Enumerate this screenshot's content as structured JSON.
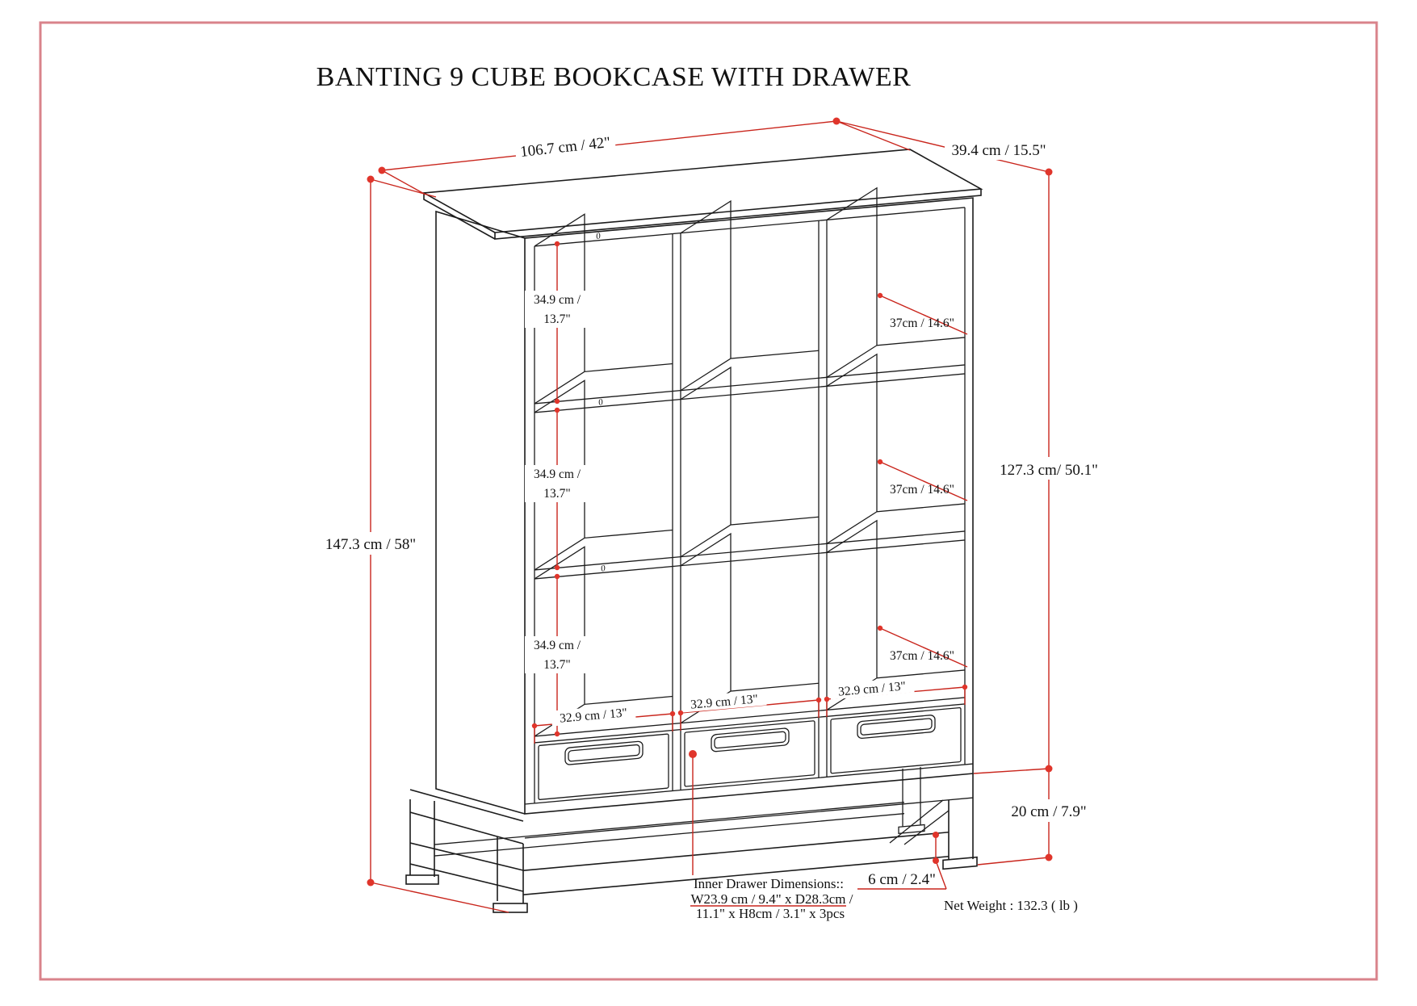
{
  "page": {
    "border_color": "#d9838b",
    "background": "#ffffff",
    "line_color": "#1c1c1c",
    "annotation_color": "#c9251c",
    "dot_color": "#e0352b"
  },
  "title": "BANTING 9 CUBE BOOKCASE WITH DRAWER",
  "labels": {
    "width": "106.7 cm / 42\"",
    "depth": "39.4 cm / 15.5\"",
    "total_height": "147.3 cm / 58\"",
    "cabinet_height": "127.3 cm/ 50.1\"",
    "base_height": "20 cm / 7.9\"",
    "tube": "6 cm / 2.4\"",
    "cube_height_line1": "34.9 cm /",
    "cube_height_line2": "13.7\"",
    "cube_depth": "37cm / 14.6\"",
    "cube_width": "32.9 cm / 13\""
  },
  "notes": {
    "inner_drawer_line1": "Inner Drawer Dimensions::",
    "inner_drawer_line2": "W23.9 cm / 9.4\" x D28.3cm /",
    "inner_drawer_line3": "11.1\" x H8cm / 3.1\" x 3pcs",
    "net_weight": "Net Weight : 132.3 ( lb )"
  },
  "marks": {
    "cam": "0"
  }
}
